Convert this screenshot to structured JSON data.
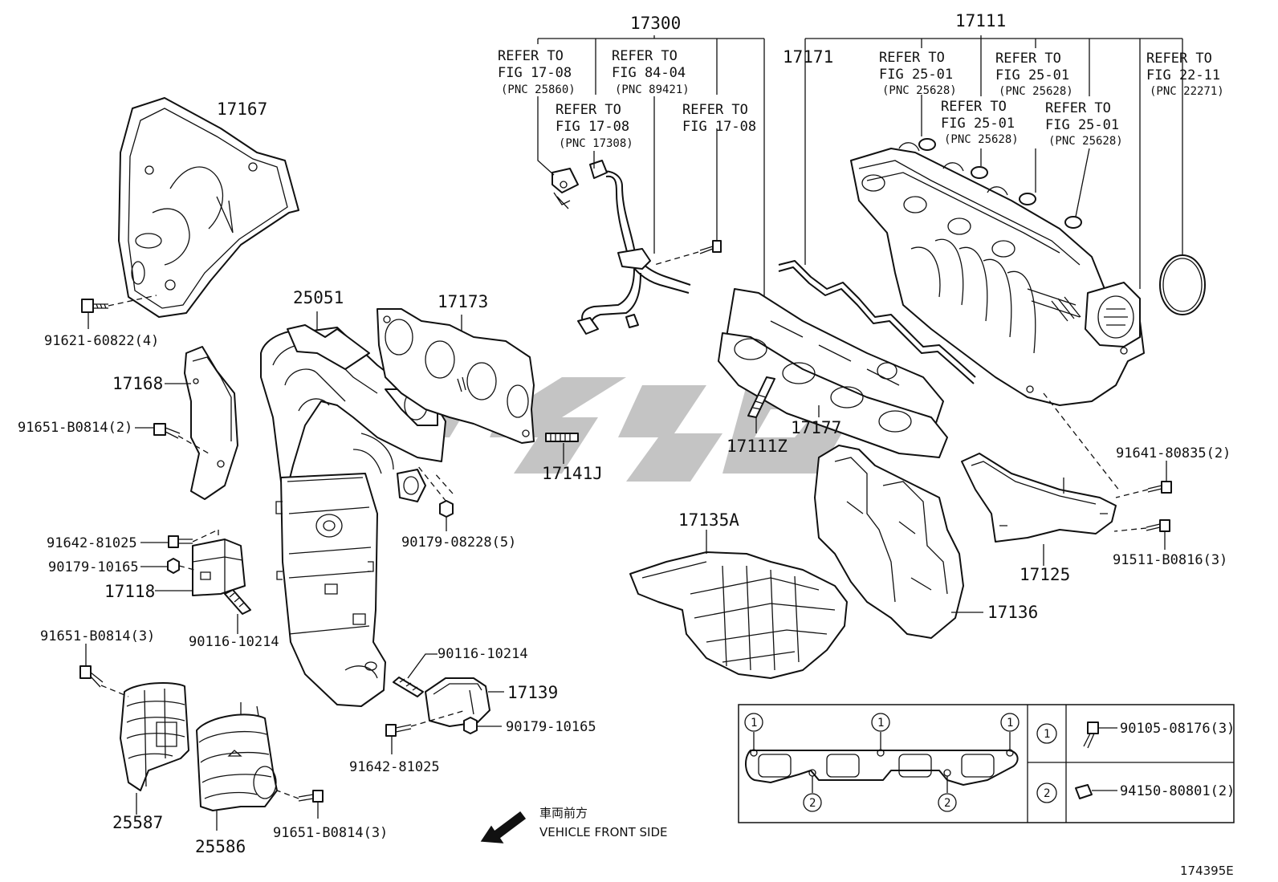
{
  "labels": {
    "p17300": "17300",
    "p17111": "17111",
    "p17171": "17171",
    "p17167": "17167",
    "p25051": "25051",
    "p17173": "17173",
    "p17168": "17168",
    "p17177": "17177",
    "p17111z": "17111Z",
    "p17141j": "17141J",
    "p17135a": "17135A",
    "p17118": "17118",
    "p17136": "17136",
    "p17125": "17125",
    "p17139": "17139",
    "p25587": "25587",
    "p25586": "25586"
  },
  "bolts": {
    "b1": "91621-60822(4)",
    "b2": "91651-B0814(2)",
    "b3": "90179-08228(5)",
    "b4": "91642-81025",
    "b5": "90179-10165",
    "b6": "90116-10214",
    "b7": "91651-B0814(3)",
    "b8": "90116-10214",
    "b9": "90179-10165",
    "b10": "91642-81025",
    "b11": "91651-B0814(3)",
    "b12": "91641-80835(2)",
    "b13": "91511-B0816(3)"
  },
  "refs": [
    {
      "l1": "REFER TO",
      "l2": "FIG 17-08",
      "l3": "(PNC 25860)"
    },
    {
      "l1": "REFER TO",
      "l2": "FIG 84-04",
      "l3": "(PNC 89421)"
    },
    {
      "l1": "REFER TO",
      "l2": "FIG 17-08",
      "l3": "(PNC 17308)"
    },
    {
      "l1": "REFER TO",
      "l2": "FIG 17-08",
      "l3": ""
    },
    {
      "l1": "REFER TO",
      "l2": "FIG 25-01",
      "l3": "(PNC 25628)"
    },
    {
      "l1": "REFER TO",
      "l2": "FIG 25-01",
      "l3": "(PNC 25628)"
    },
    {
      "l1": "REFER TO",
      "l2": "FIG 25-01",
      "l3": "(PNC 25628)"
    },
    {
      "l1": "REFER TO",
      "l2": "FIG 25-01",
      "l3": "(PNC 25628)"
    },
    {
      "l1": "REFER TO",
      "l2": "FIG 22-11",
      "l3": "(PNC 22271)"
    }
  ],
  "legend": {
    "m1": "1",
    "m2": "2",
    "part1": "90105-08176(3)",
    "part2": "94150-80801(2)"
  },
  "front": {
    "jp": "車両前方",
    "en": "VEHICLE FRONT SIDE"
  },
  "figure_id": "174395E"
}
